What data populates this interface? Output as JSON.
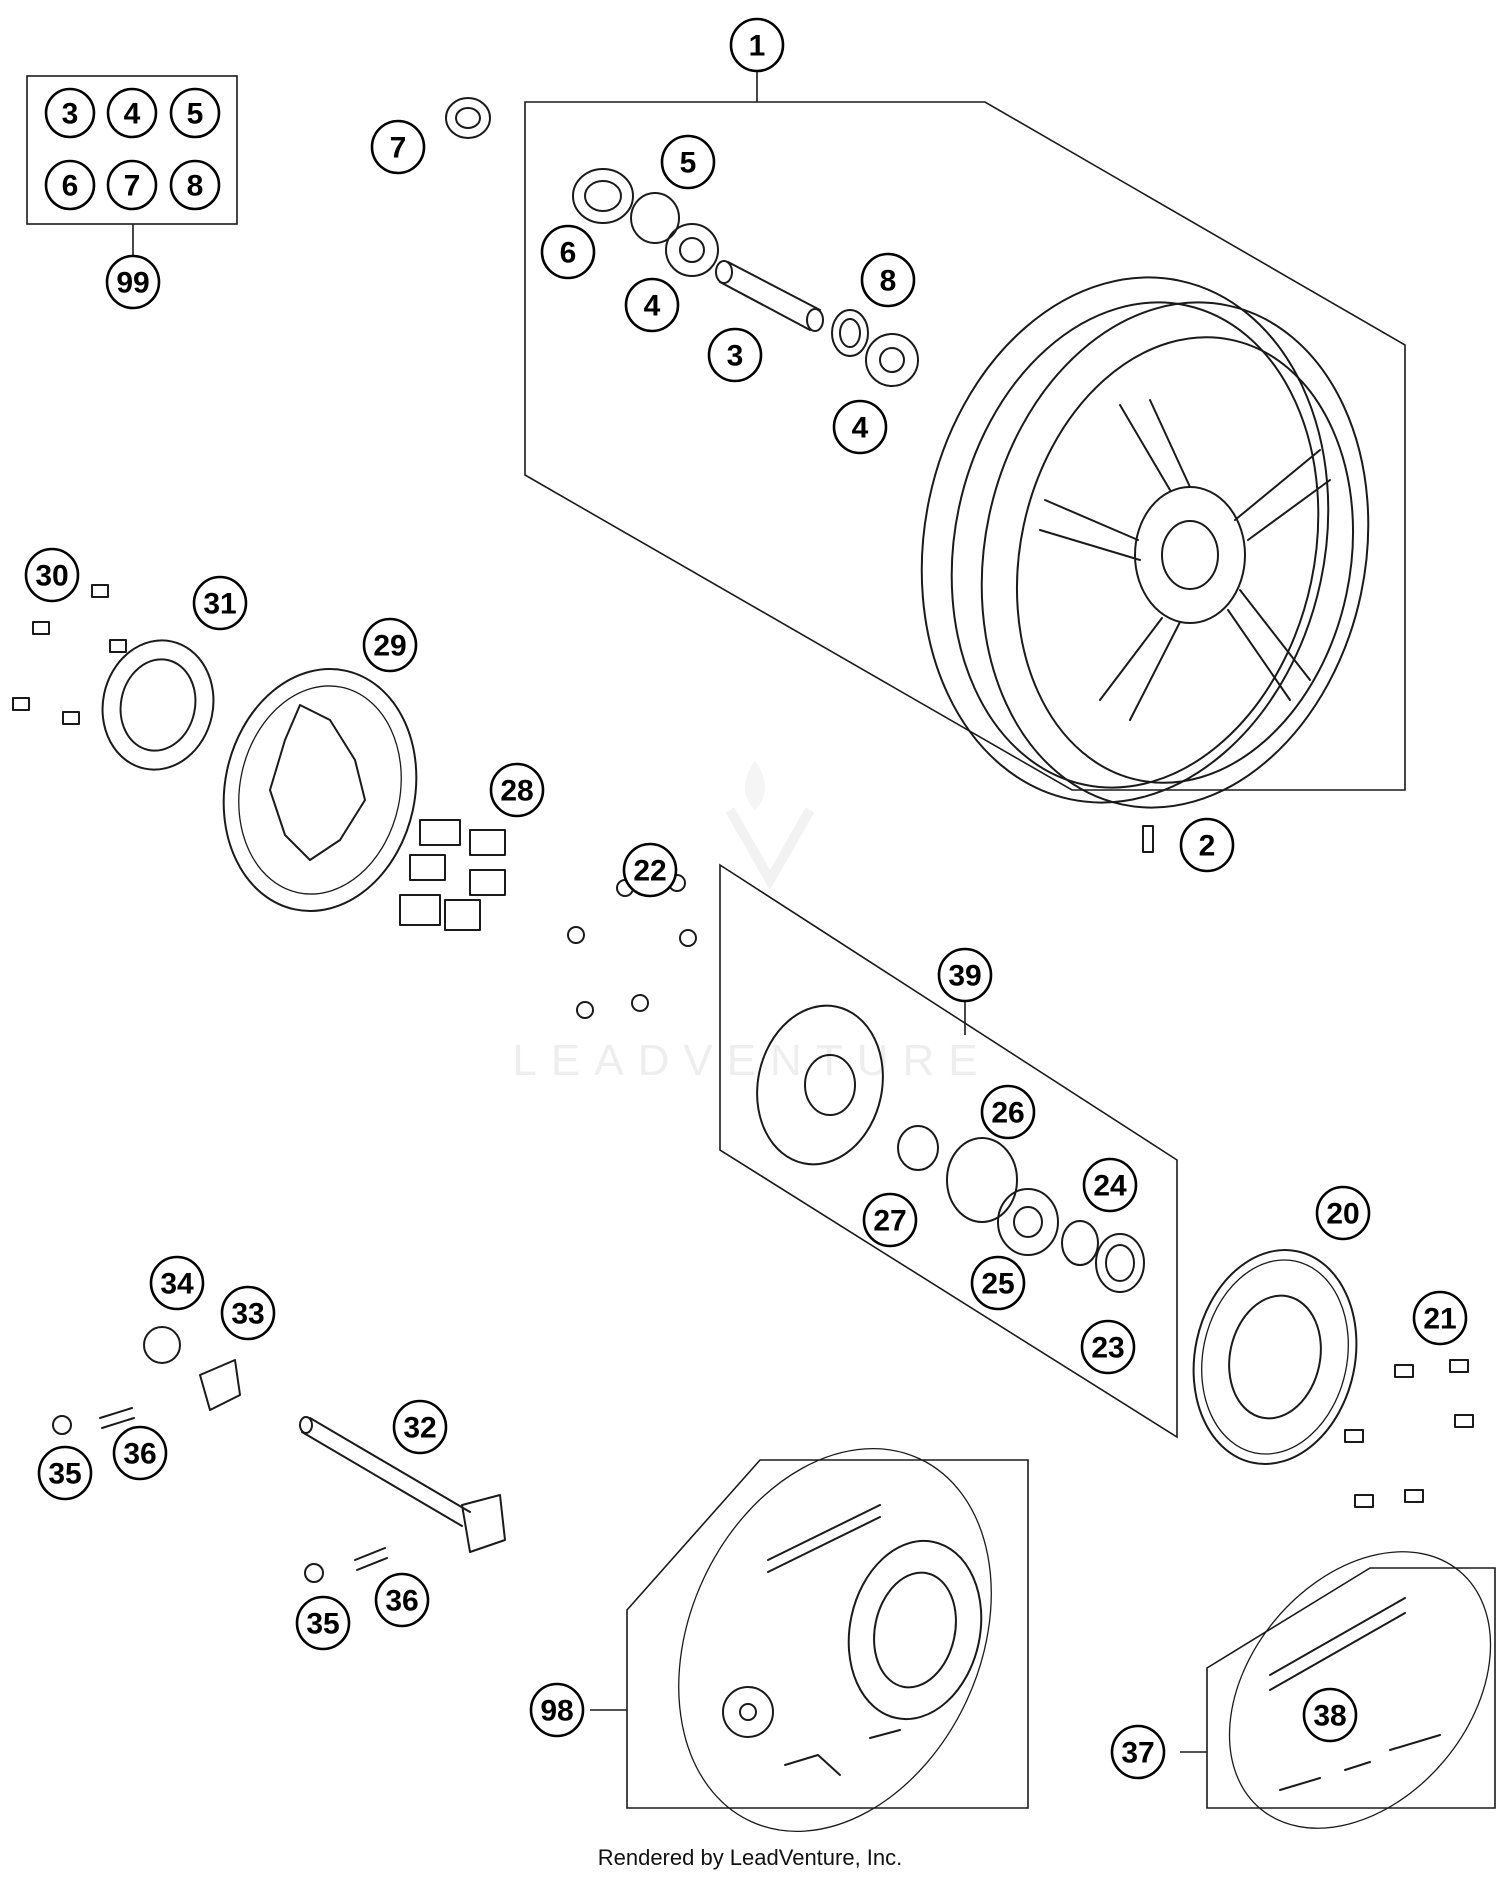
{
  "watermark": "LEADVENTURE",
  "footer": "Rendered by LeadVenture, Inc.",
  "kit_box_99": [
    "3",
    "4",
    "5",
    "6",
    "7",
    "8"
  ],
  "callouts": [
    {
      "id": "1",
      "label": "1"
    },
    {
      "id": "2",
      "label": "2"
    },
    {
      "id": "3",
      "label": "3"
    },
    {
      "id": "4a",
      "label": "4"
    },
    {
      "id": "4b",
      "label": "4"
    },
    {
      "id": "5",
      "label": "5"
    },
    {
      "id": "6",
      "label": "6"
    },
    {
      "id": "7",
      "label": "7"
    },
    {
      "id": "8",
      "label": "8"
    },
    {
      "id": "20",
      "label": "20"
    },
    {
      "id": "21",
      "label": "21"
    },
    {
      "id": "22",
      "label": "22"
    },
    {
      "id": "23",
      "label": "23"
    },
    {
      "id": "24",
      "label": "24"
    },
    {
      "id": "25",
      "label": "25"
    },
    {
      "id": "26",
      "label": "26"
    },
    {
      "id": "27",
      "label": "27"
    },
    {
      "id": "28",
      "label": "28"
    },
    {
      "id": "29",
      "label": "29"
    },
    {
      "id": "30",
      "label": "30"
    },
    {
      "id": "31",
      "label": "31"
    },
    {
      "id": "32",
      "label": "32"
    },
    {
      "id": "33",
      "label": "33"
    },
    {
      "id": "34",
      "label": "34"
    },
    {
      "id": "35a",
      "label": "35"
    },
    {
      "id": "35b",
      "label": "35"
    },
    {
      "id": "36a",
      "label": "36"
    },
    {
      "id": "36b",
      "label": "36"
    },
    {
      "id": "37",
      "label": "37"
    },
    {
      "id": "38",
      "label": "38"
    },
    {
      "id": "39",
      "label": "39"
    },
    {
      "id": "98",
      "label": "98"
    },
    {
      "id": "99",
      "label": "99"
    }
  ]
}
